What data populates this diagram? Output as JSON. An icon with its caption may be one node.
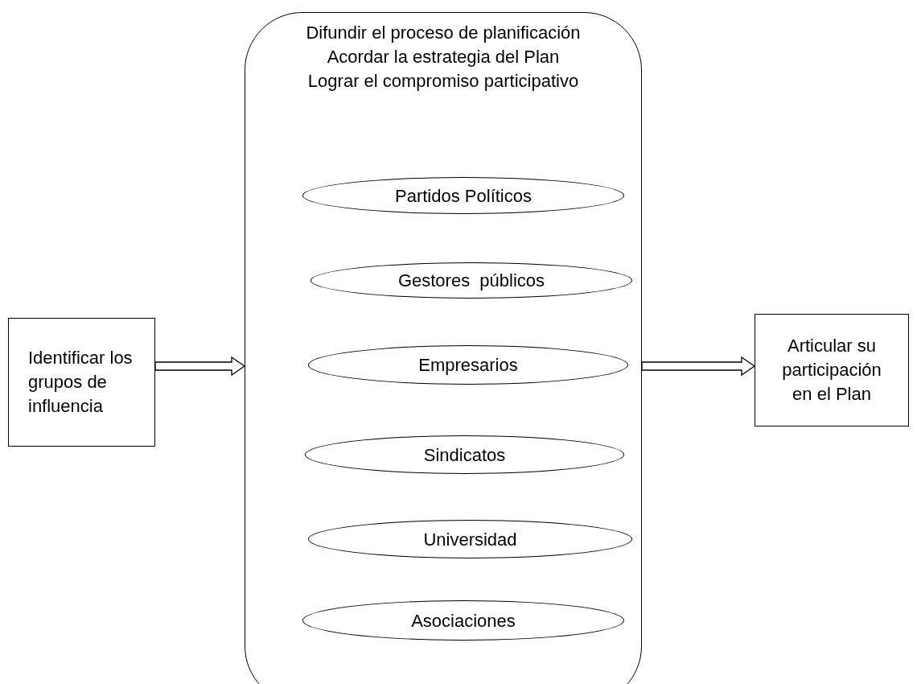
{
  "diagram": {
    "nodes": [
      {
        "text": [
          "Identificar los grupos de influencia"
        ]
      },
      {
        "text": [
          "Difundir el proceso de planificación",
          "Acordar la estrategia del Plan",
          "Lograr el compromiso participativo"
        ]
      },
      {
        "text": [
          "Partidos Políticos"
        ],
        "in": 1
      },
      {
        "text": [
          "Gestores  públicos"
        ],
        "in": 1
      },
      {
        "text": [
          "Empresarios"
        ],
        "in": 1
      },
      {
        "text": [
          "Sindicatos"
        ],
        "in": 1
      },
      {
        "text": [
          "Universidad"
        ],
        "in": 1
      },
      {
        "text": [
          "Asociaciones"
        ],
        "in": 1
      },
      {
        "text": [
          "Articular su participación en el Plan"
        ]
      }
    ],
    "edges": [
      {
        "from": 0,
        "to": 1,
        "arrow": "to"
      },
      {
        "from": 1,
        "to": 8,
        "arrow": "to"
      }
    ]
  }
}
